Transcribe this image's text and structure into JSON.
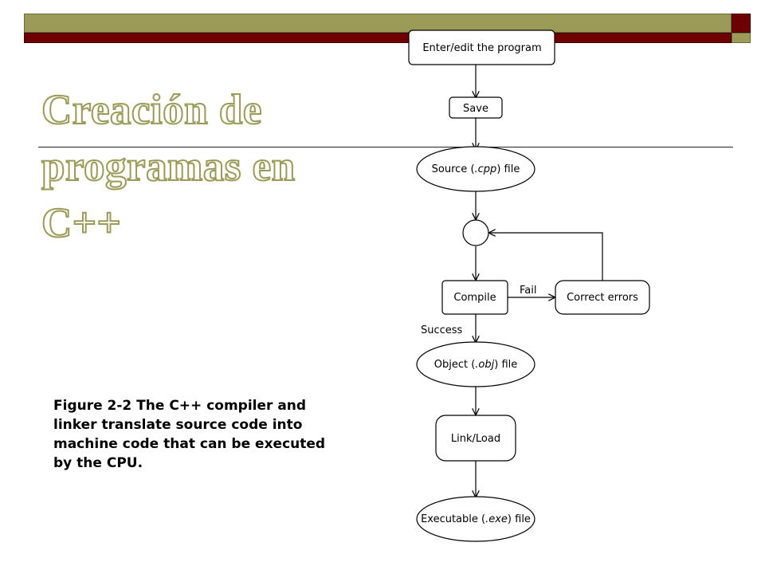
{
  "slide": {
    "title_lines": [
      "Creación de",
      "programas en",
      "C++"
    ],
    "caption_lines": [
      "Figure 2-2   The C++ compiler and",
      "linker translate source code into",
      "machine code that can be executed",
      "by the CPU."
    ]
  },
  "flowchart": {
    "nodes": {
      "enter_edit": "Enter/edit the program",
      "save": "Save",
      "source_file": {
        "pre": "Source (",
        "ext": ".cpp",
        "post": ") file"
      },
      "compile": "Compile",
      "correct_errors": "Correct errors",
      "object_file": {
        "pre": "Object (",
        "ext": ".obj",
        "post": ") file"
      },
      "link_load": "Link/Load",
      "executable_file": {
        "pre": "Executable (",
        "ext": ".exe",
        "post": ") file"
      }
    },
    "edge_labels": {
      "fail": "Fail",
      "success": "Success"
    }
  },
  "colors": {
    "band_olive": "#9b9a56",
    "band_maroon": "#6e0000",
    "title_outline": "#9b9a56"
  }
}
